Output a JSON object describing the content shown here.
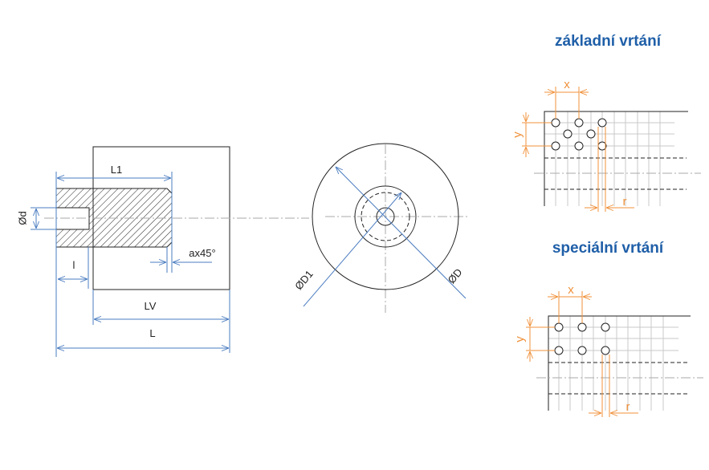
{
  "side_view": {
    "L1": "L1",
    "d": "Ød",
    "l": "l",
    "chamfer": "ax45°",
    "LV": "LV",
    "L": "L"
  },
  "front_view": {
    "D1": "ØD1",
    "D": "ØD"
  },
  "basic_drilling": {
    "title": "základní vrtání",
    "x": "x",
    "y": "y",
    "r": "r"
  },
  "special_drilling": {
    "title": "speciální vrtání",
    "x": "x",
    "y": "y",
    "r": "r"
  },
  "colors": {
    "dimension": "#4a7cc0",
    "pattern_dimension": "#f0913a",
    "title": "#1f5fa8"
  }
}
